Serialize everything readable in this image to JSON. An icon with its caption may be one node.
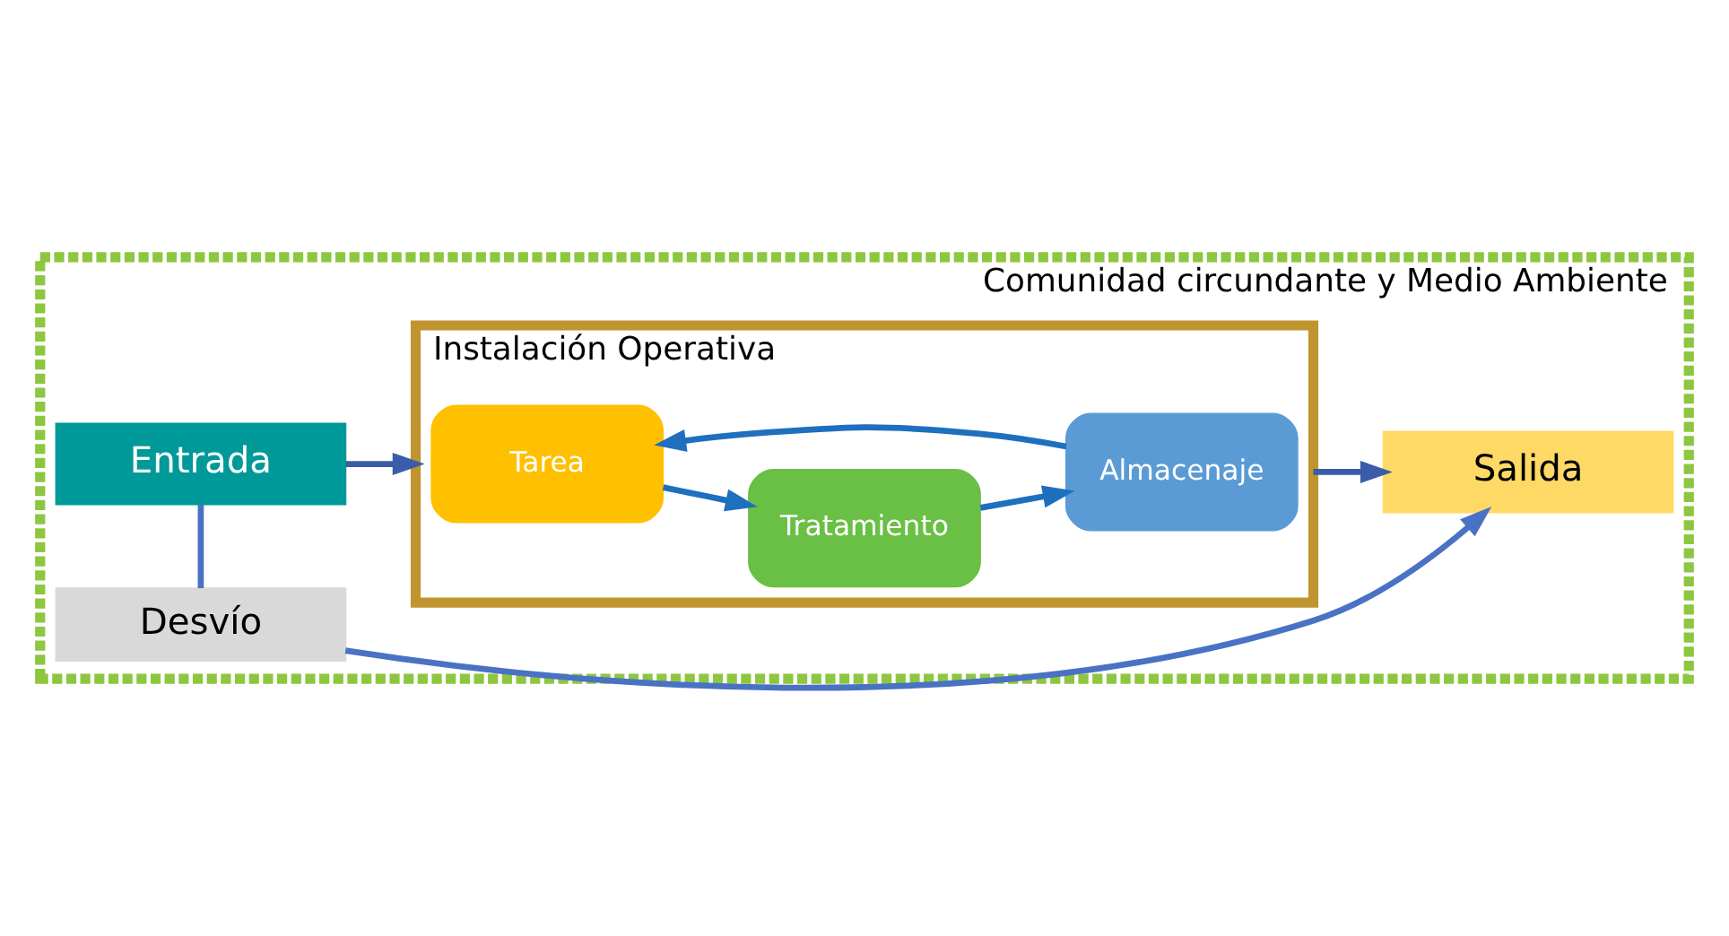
{
  "diagram": {
    "nodes": [
      {
        "text": [
          "Comunidad circundante y Medio Ambiente"
        ]
      },
      {
        "text": [
          "Instalación Operativa"
        ],
        "in": 0
      },
      {
        "text": [
          "Tarea"
        ],
        "in": 1
      },
      {
        "text": [
          "Tratamiento"
        ],
        "in": 1
      },
      {
        "text": [
          "Almacenaje"
        ],
        "in": 1
      },
      {
        "text": [
          "Entrada"
        ],
        "in": 0
      },
      {
        "text": [
          "Salida"
        ],
        "in": 0
      },
      {
        "text": [
          "Desvío"
        ],
        "in": 0
      }
    ],
    "edges": [
      {
        "from": 5,
        "to": 1,
        "arrow": "to",
        "color": "#3b5ca8"
      },
      {
        "from": 1,
        "to": 6,
        "arrow": "to",
        "color": "#3b5ca8"
      },
      {
        "from": 2,
        "to": 3,
        "arrow": "to"
      },
      {
        "from": 3,
        "to": 4,
        "arrow": "to"
      },
      {
        "from": 4,
        "to": 2,
        "arrow": "to"
      },
      {
        "from": 5,
        "to": 7,
        "arrow": "none",
        "color": "#4a72c4"
      },
      {
        "from": 7,
        "to": 6,
        "arrow": "to",
        "color": "#4a72c4"
      }
    ]
  }
}
